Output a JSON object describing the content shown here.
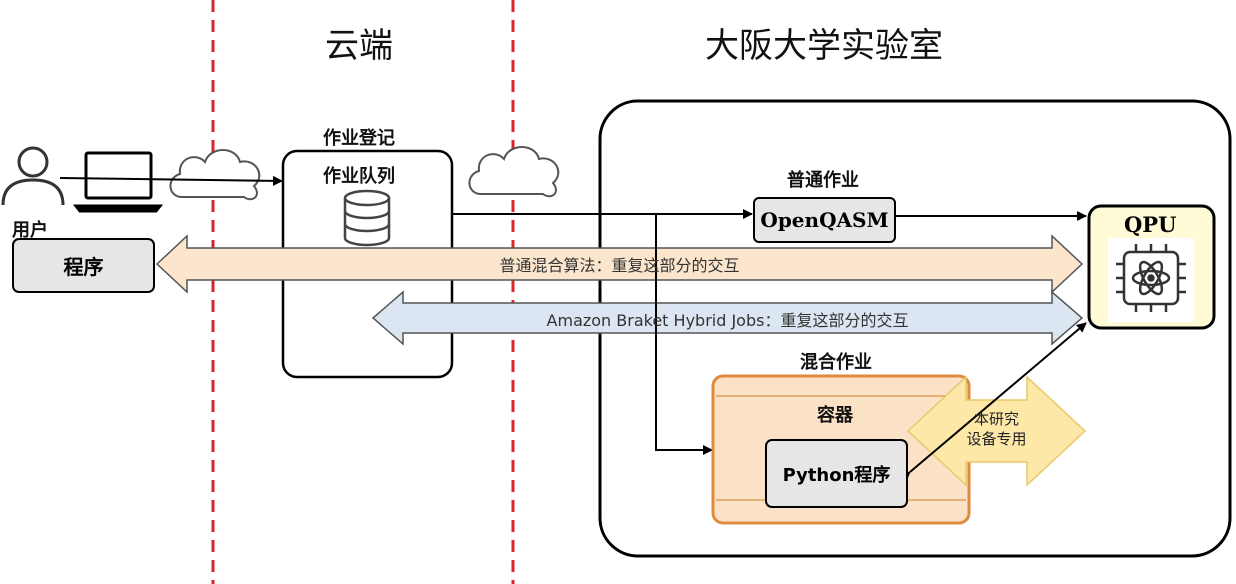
{
  "titles": {
    "cloud": "云端",
    "lab": "大阪大学实验室"
  },
  "user": {
    "label": "用户",
    "program": "程序"
  },
  "queue": {
    "register": "作业登记",
    "queue": "作业队列"
  },
  "standard": {
    "label": "普通作业",
    "box": "OpenQASM"
  },
  "qpu": {
    "label": "QPU"
  },
  "arrows": {
    "hybrid_algo": "普通混合算法：重复这部分的交互",
    "braket": "Amazon Braket Hybrid Jobs：重复这部分的交互"
  },
  "hybrid": {
    "label": "混合作业",
    "container": "容器",
    "program": "Python程序"
  },
  "dedicated": {
    "line1": "本研究",
    "line2": "设备专用"
  },
  "colors": {
    "divider": "#d9262c",
    "orange_band": "#fbe5cc",
    "blue_band": "#dce6f2",
    "container_fill": "#fbe1c6",
    "container_border": "#e08a3c",
    "yellow": "#fde8a8",
    "qpu_fill": "#fffbd6",
    "gray_box": "#e6e6e6"
  },
  "icons": [
    "user-icon",
    "laptop-icon",
    "cloud-icon",
    "database-icon",
    "chip-icon"
  ]
}
